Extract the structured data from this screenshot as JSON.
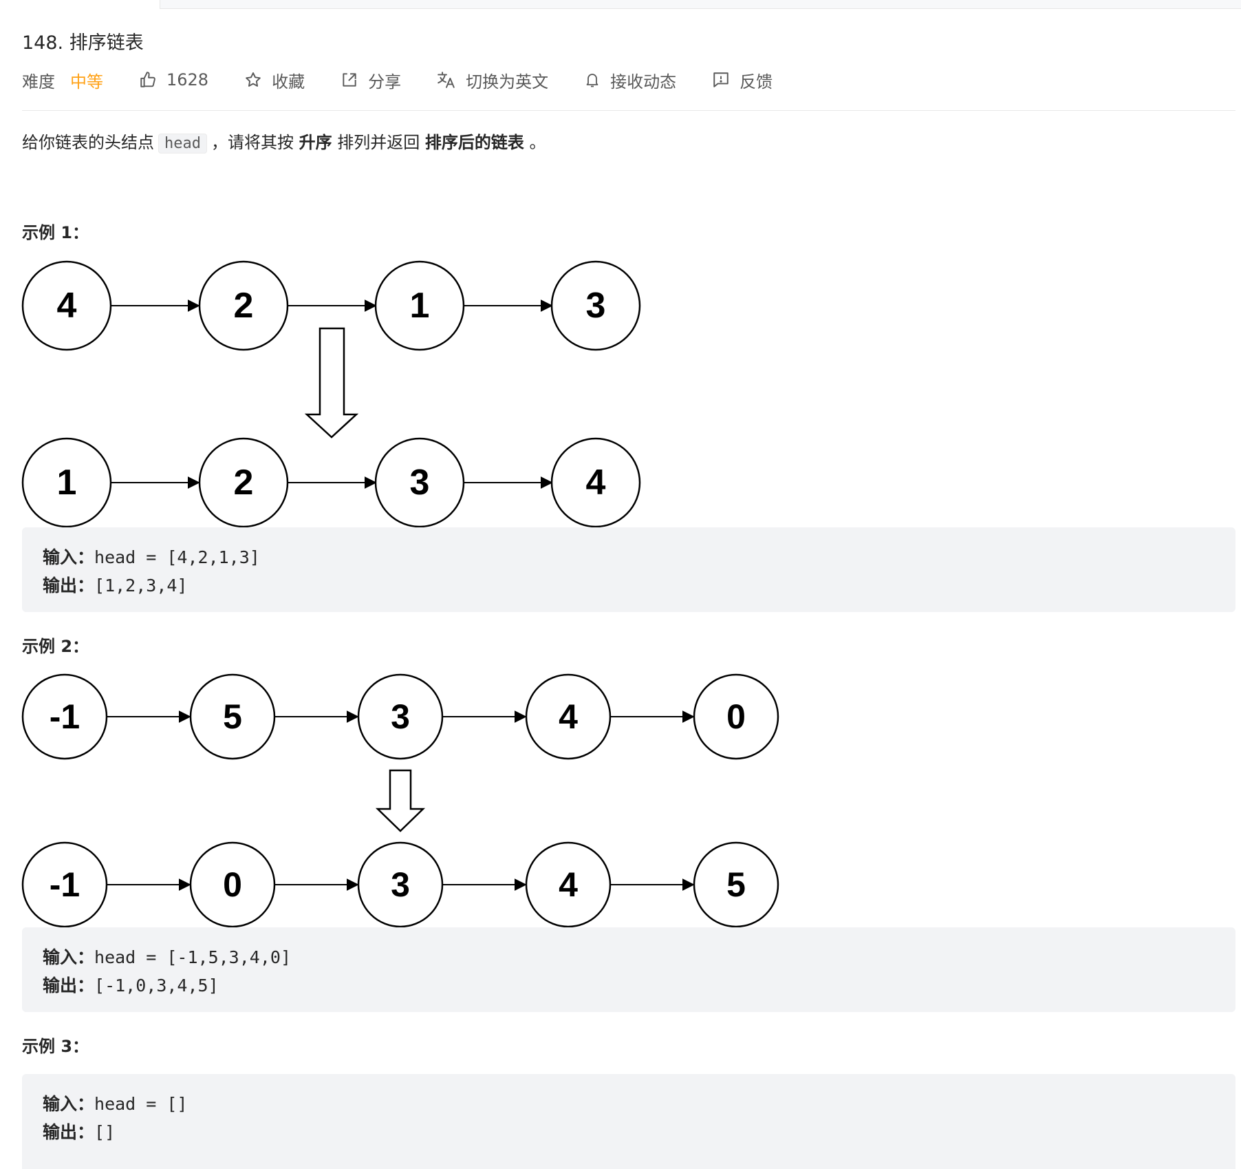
{
  "problem": {
    "title": "148. 排序链表"
  },
  "meta": {
    "difficulty_label": "难度",
    "difficulty_value": "中等",
    "likes": "1628",
    "favorite": "收藏",
    "share": "分享",
    "switch_language": "切换为英文",
    "subscribe": "接收动态",
    "feedback": "反馈"
  },
  "description": {
    "part1": "给你链表的头结点",
    "code_head": "head",
    "part2": "，请将其按",
    "bold1": "升序",
    "part3": "排列并返回",
    "bold2": "排序后的链表",
    "part4": "。"
  },
  "examples": [
    {
      "heading": "示例 1：",
      "input_label": "输入：",
      "input_value": "head = [4,2,1,3]",
      "output_label": "输出：",
      "output_value": "[1,2,3,4]",
      "before": [
        "4",
        "2",
        "1",
        "3"
      ],
      "after": [
        "1",
        "2",
        "3",
        "4"
      ]
    },
    {
      "heading": "示例 2：",
      "input_label": "输入：",
      "input_value": "head = [-1,5,3,4,0]",
      "output_label": "输出：",
      "output_value": "[-1,0,3,4,5]",
      "before": [
        "-1",
        "5",
        "3",
        "4",
        "0"
      ],
      "after": [
        "-1",
        "0",
        "3",
        "4",
        "5"
      ]
    },
    {
      "heading": "示例 3：",
      "input_label": "输入：",
      "input_value": "head = []",
      "output_label": "输出：",
      "output_value": "[]"
    }
  ],
  "colors": {
    "difficulty_medium": "#ffa116",
    "code_background": "#f2f3f5",
    "text_primary": "#262626",
    "text_secondary": "#595959"
  },
  "icons": {
    "likes": "thumbs-up-icon",
    "favorite": "star-icon",
    "share": "share-icon",
    "switch_language": "translate-icon",
    "subscribe": "bell-icon",
    "feedback": "feedback-icon"
  }
}
